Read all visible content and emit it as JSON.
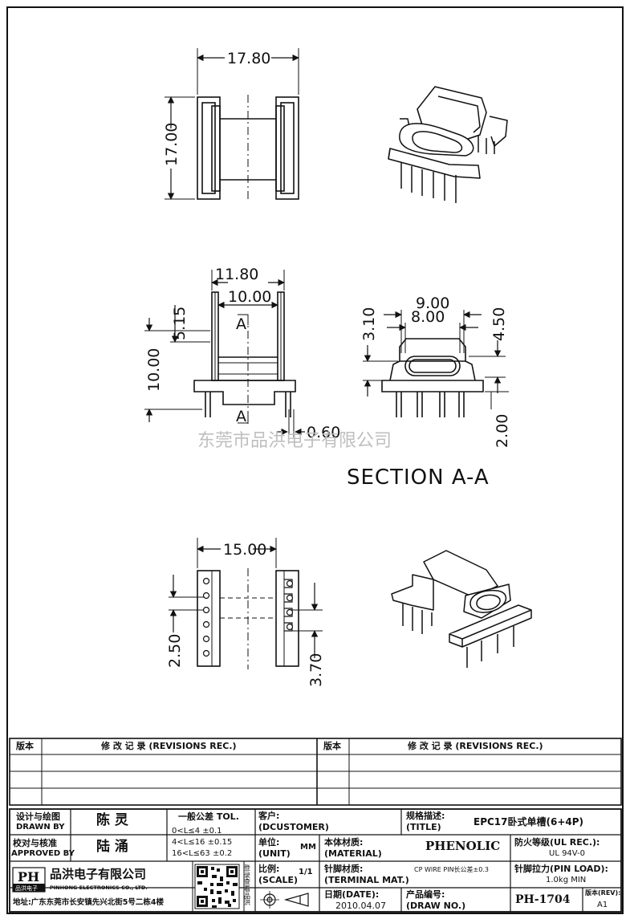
{
  "dims": {
    "top_width": "17.80",
    "top_height": "17.00",
    "mid_width_outer": "11.80",
    "mid_width_inner": "10.00",
    "mid_upper": "5.15",
    "mid_height": "10.00",
    "pin_dia": "0.60",
    "sec_w_outer": "9.00",
    "sec_w_inner": "8.00",
    "sec_left": "3.10",
    "sec_right": "4.50",
    "sec_pin": "2.00",
    "bot_width": "15.00",
    "bot_pitch": "2.50",
    "bot_pitch2": "3.70",
    "section_marker": "A"
  },
  "section_label": "SECTION  A-A",
  "watermark": "东莞市品洪电子有限公司",
  "revisions": {
    "ver_label": "版本",
    "rec_label": "修 改 记 录 (REVISIONS REC.)",
    "ver_label2": "版本",
    "rec_label2": "修 改 记 录 (REVISIONS REC.)"
  },
  "title_block": {
    "drawn_cn": "设计与绘图",
    "drawn_en": "DRAWN BY",
    "drawn_name": "陈 灵",
    "approved_cn": "校对与核准",
    "approved_en": "APPROVED BY",
    "approved_name": "陆 涌",
    "tol_title": "一般公差 TOL.",
    "tol_r1": "0<L≤4    ±0.1",
    "tol_r2": "4<L≤16   ±0.15",
    "tol_r3": "16<L≤63  ±0.2",
    "customer_label": "客户:",
    "customer_en": "(DCUSTOMER)",
    "title_cn": "规格描述:",
    "title_en": "(TITLE)",
    "title_value": "EPC17卧式单槽(6+4P)",
    "unit_label": "单位:",
    "unit_en": "(UNIT)",
    "unit_value": "MM",
    "material_label": "本体材质:",
    "material_en": "(MATERIAL)",
    "material_value": "PHENOLIC",
    "fire_label": "防火等级(UL REC.):",
    "fire_value": "UL 94V-0",
    "scale_label": "比例:",
    "scale_en": "(SCALE)",
    "scale_value": "1/1",
    "terminal_label": "针脚材质:",
    "terminal_en": "(TERMINAL MAT.)",
    "terminal_value": "CP WIRE PIN长公差±0.3",
    "pinload_label": "针脚拉力(PIN LOAD):",
    "pinload_value": "1.0kg MIN",
    "date_label": "日期(DATE):",
    "date_value": "2010.04.07",
    "drawno_label": "产品编号:",
    "drawno_en": "(DRAW NO.)",
    "drawno_value": "PH-1704",
    "rev_label": "版本(REV):",
    "rev_value": "A1",
    "company_cn": "品洪电子有限公司",
    "company_en": "PINHONG ELECTRONICS CO., LTD.",
    "logo_text": "PH",
    "logo_sub": "品洪电子",
    "address": "地址:广东东莞市长安镇先兴北街5号二栋4楼",
    "qr_side": "登录查看品洪"
  }
}
